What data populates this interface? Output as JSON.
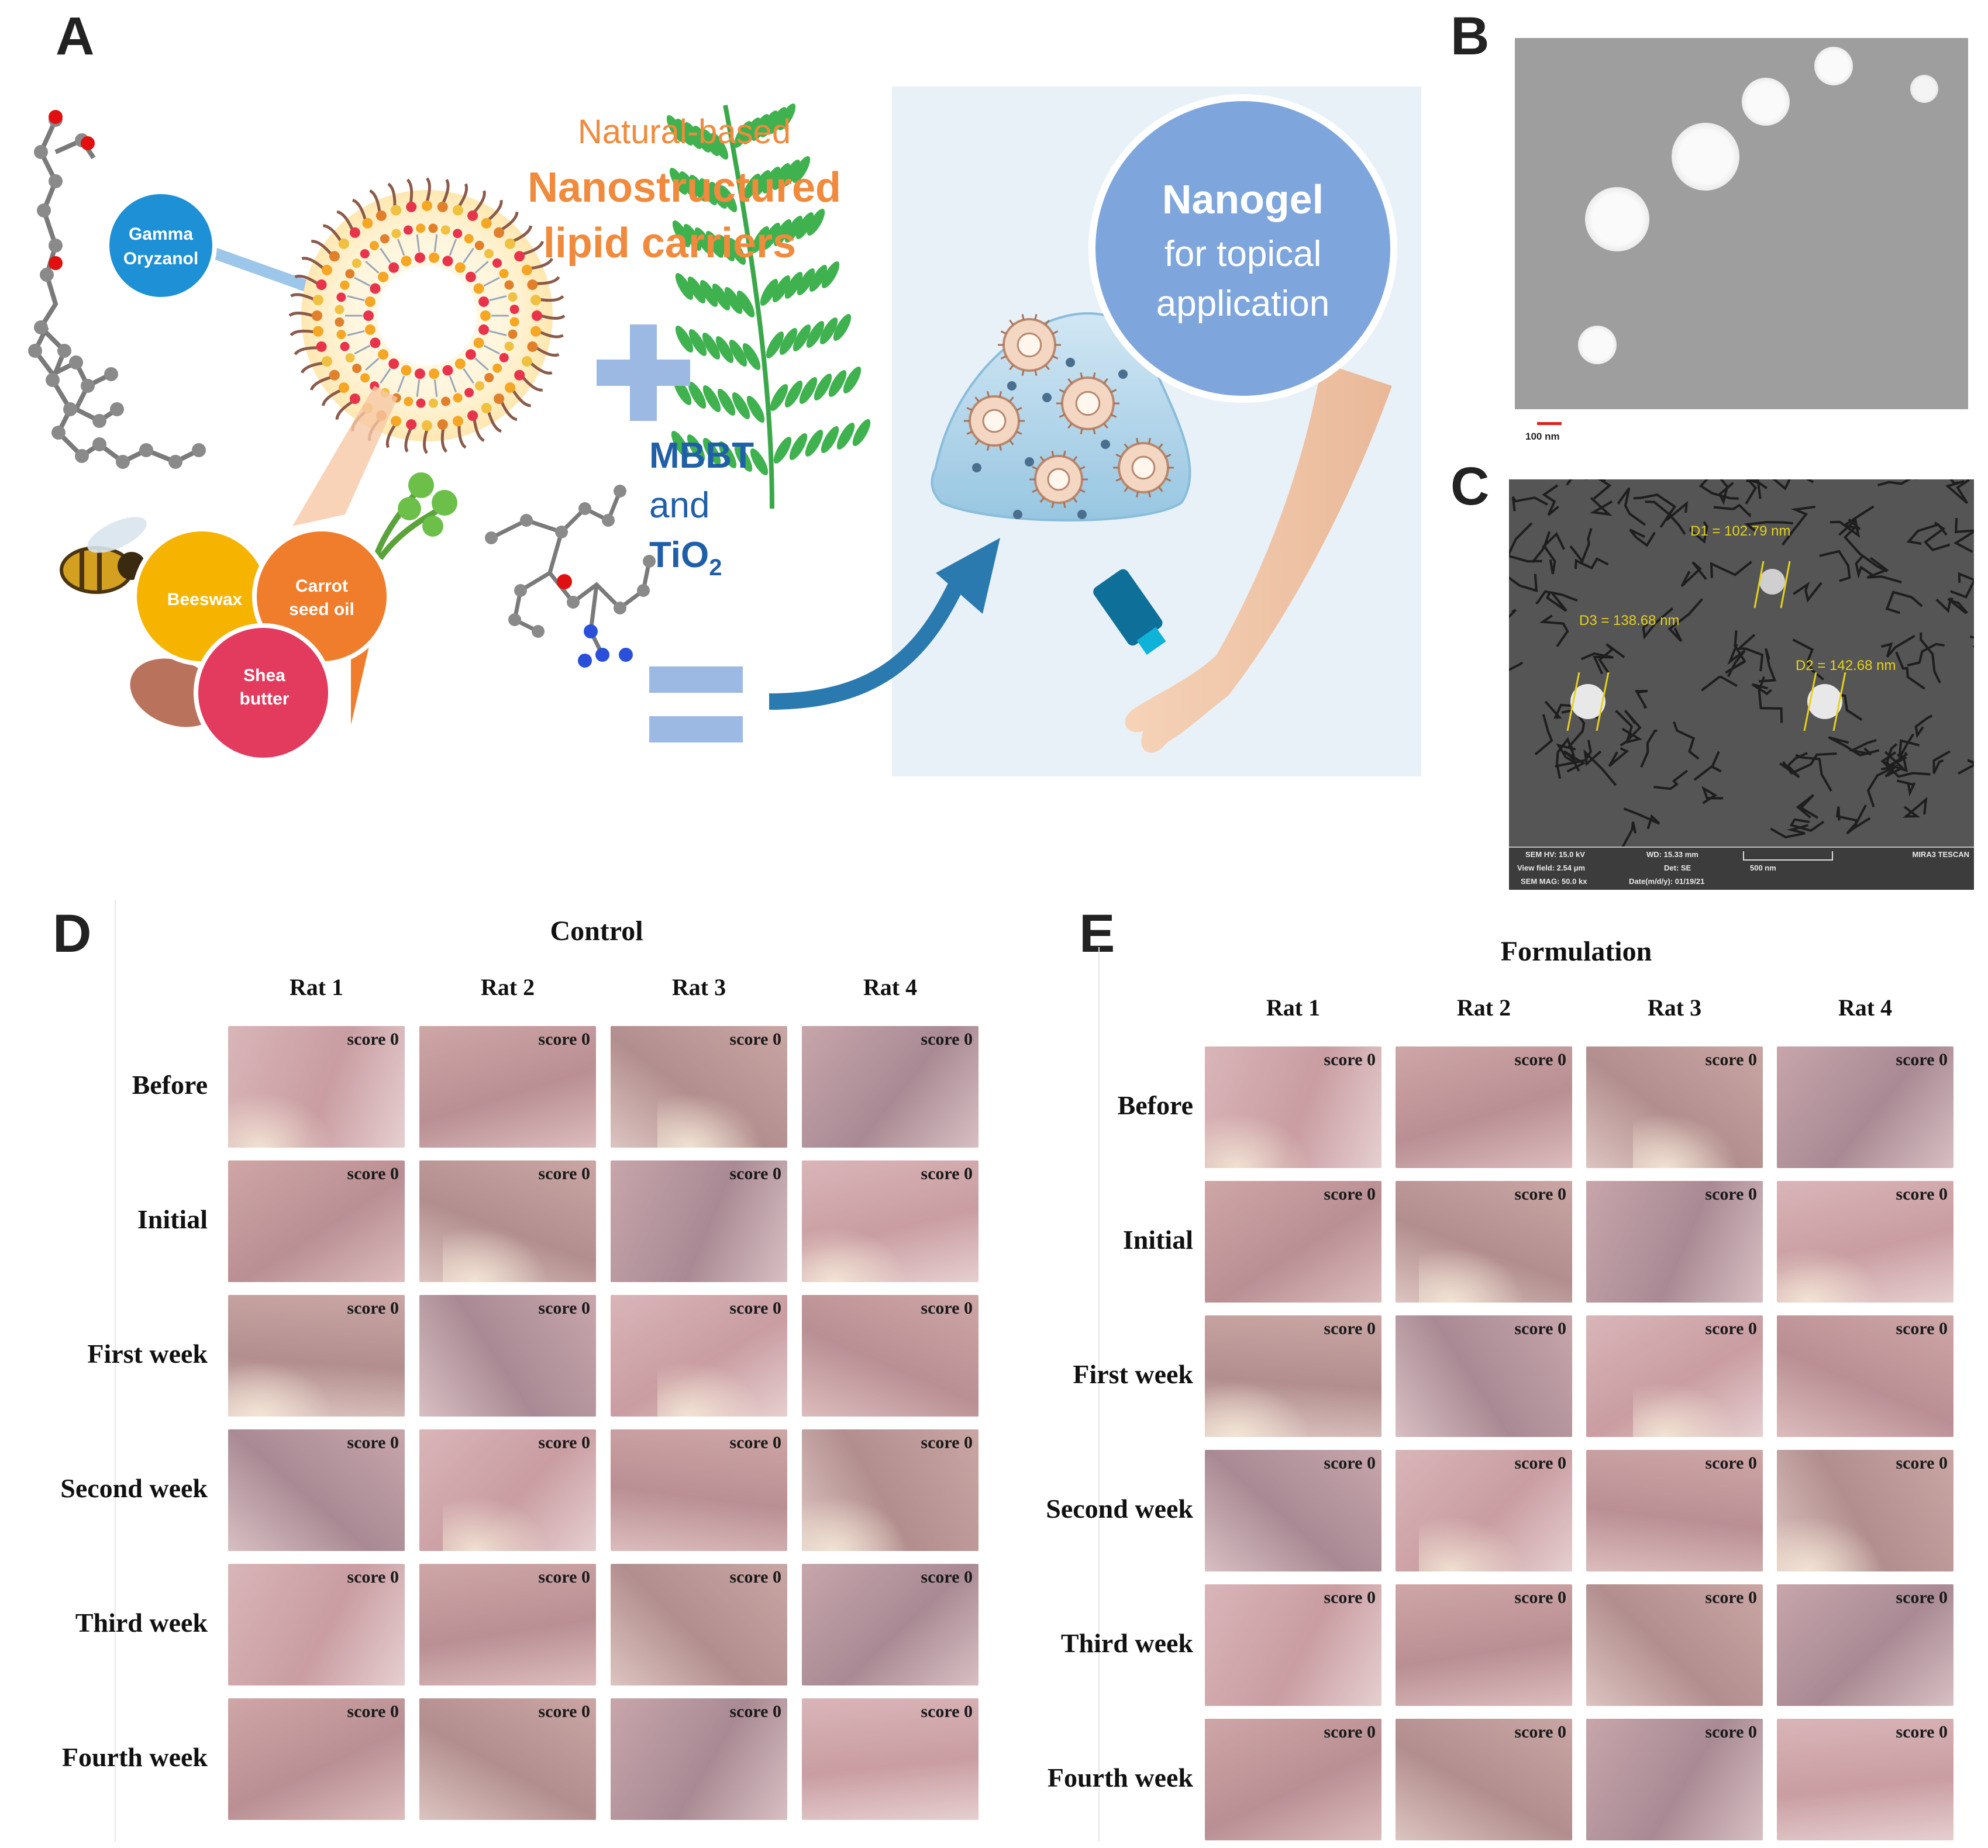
{
  "panels": {
    "A": "A",
    "B": "B",
    "C": "C",
    "D": "D",
    "E": "E"
  },
  "panel_a": {
    "gamma_oryzanol": [
      "Gamma",
      "Oryzanol"
    ],
    "beeswax": "Beeswax",
    "carrot_seed_oil": [
      "Carrot",
      "seed oil"
    ],
    "shea_butter": [
      "Shea",
      "butter"
    ],
    "natural_based": "Natural-based",
    "nlc_line1": "Nanostructured",
    "nlc_line2": "lipid carriers",
    "mbbt": "MBBT",
    "and": "and",
    "tio2": "TiO",
    "tio2_sub": "2",
    "nanogel_title": "Nanogel",
    "nanogel_line1": "for topical",
    "nanogel_line2": "application",
    "colors": {
      "orange": "#f08a3c",
      "blue_text": "#1f5fa8",
      "bubble_blue": "#7ea6dc",
      "plus_blue": "#9bb9e3",
      "gamma_blue": "#1e90d6",
      "beeswax": "#f6b400",
      "carrot": "#ef7d2c",
      "shea": "#e23b5e"
    }
  },
  "panel_b": {
    "scale_bar": "100 nm"
  },
  "panel_c": {
    "d1": "D1 = 102.79 nm",
    "d2": "D2 = 142.68 nm",
    "d3": "D3 = 138.68 nm",
    "info": {
      "hv": "SEM HV: 15.0 kV",
      "wd": "WD: 15.33 mm",
      "view_field": "View field: 2.54 μm",
      "det": "Det: SE",
      "mag": "SEM MAG: 50.0 kx",
      "date": "Date(m/d/y): 01/19/21",
      "scale": "500 nm",
      "brand": "MIRA3 TESCAN"
    }
  },
  "panel_d": {
    "title": "Control",
    "columns": [
      "Rat 1",
      "Rat 2",
      "Rat 3",
      "Rat 4"
    ],
    "rows": [
      "Before",
      "Initial",
      "First week",
      "Second week",
      "Third week",
      "Fourth week"
    ],
    "score": "score 0"
  },
  "panel_e": {
    "title": "Formulation",
    "columns": [
      "Rat 1",
      "Rat 2",
      "Rat 3",
      "Rat 4"
    ],
    "rows": [
      "Before",
      "Initial",
      "First week",
      "Second week",
      "Third week",
      "Fourth week"
    ],
    "score": "score 0"
  }
}
